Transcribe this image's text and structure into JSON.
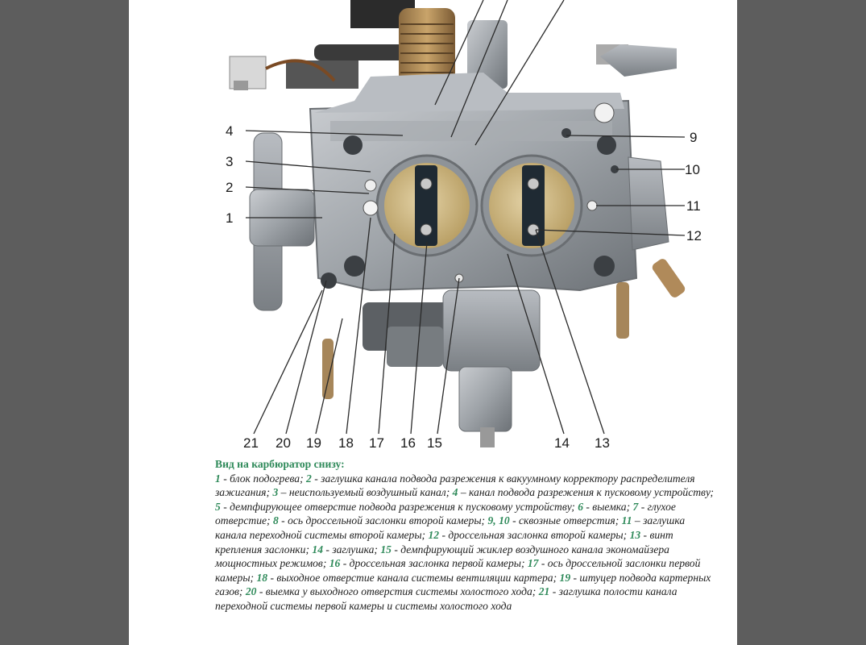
{
  "figure": {
    "labels": {
      "l1": "1",
      "l2": "2",
      "l3": "3",
      "l4": "4",
      "l9": "9",
      "l10": "10",
      "l11": "11",
      "l12": "12",
      "l13": "13",
      "l14": "14",
      "l15": "15",
      "l16": "16",
      "l17": "17",
      "l18": "18",
      "l19": "19",
      "l20": "20",
      "l21": "21"
    }
  },
  "caption": {
    "title": "Вид на карбюратор снизу:",
    "items": [
      {
        "num": "1",
        "text": " - блок подогрева; "
      },
      {
        "num": "2",
        "text": " - заглушка канала подвода разрежения к вакуумному корректору распределителя зажигания; "
      },
      {
        "num": "3",
        "text": " – неиспользуемый воздушный  канал; "
      },
      {
        "num": "4",
        "text": " – канал подвода разрежения  к пусковому устройству; "
      },
      {
        "num": "5",
        "text": " - демпфирующее отверстие подвода  разрежения к   пусковому  устройству; "
      },
      {
        "num": "6",
        "text": " - выемка; "
      },
      {
        "num": "7",
        "text": " - глухое отверстие; "
      },
      {
        "num": "8",
        "text": " - ось дроссельной    заслонки второй    камеры; "
      },
      {
        "num": "9, 10",
        "text": " - сквозные отверстия; "
      },
      {
        "num": "11",
        "text": " – заглушка канала переходной системы второй камеры; "
      },
      {
        "num": "12",
        "text": " - дроссельная заслонка второй камеры; "
      },
      {
        "num": "13",
        "text": " - винт крепления заслонки; "
      },
      {
        "num": "14",
        "text": " - заглушка; "
      },
      {
        "num": "15",
        "text": " - демпфирующий жиклер воздушного канала экономайзера мощностных режимов; "
      },
      {
        "num": "16",
        "text": " - дроссельная  заслонка  первой камеры; "
      },
      {
        "num": "17",
        "text": " - ось дроссельной заслонки первой камеры;"
      },
      {
        "num": "18",
        "text": " - выходное отверстие канала системы вентиляции картера; "
      },
      {
        "num": "19",
        "text": " - штуцер подвода картерных газов; "
      },
      {
        "num": "20",
        "text": " - выемка у выходного отверстия системы холостого хода; "
      },
      {
        "num": "21",
        "text": " - заглушка полости канала переходной системы первой камеры и системы холостого хода"
      }
    ]
  }
}
